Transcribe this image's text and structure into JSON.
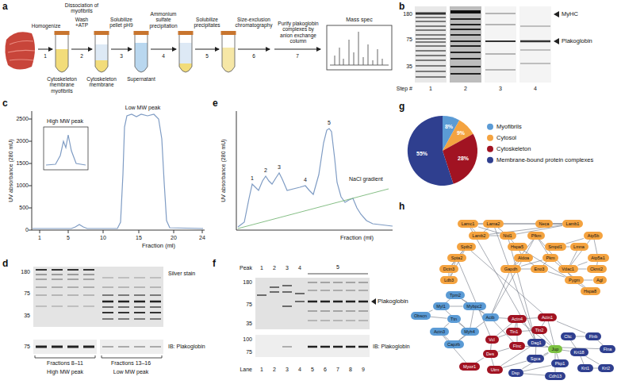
{
  "diagram": {
    "nodes": [
      {
        "text": [
          "Lamc1"
        ]
      },
      {
        "text": [
          "Lama2"
        ]
      },
      {
        "text": [
          "Neca"
        ]
      },
      {
        "text": [
          "Lamb1"
        ]
      },
      {
        "text": [
          "Lamb2"
        ]
      },
      {
        "text": [
          "Nid1"
        ]
      },
      {
        "text": [
          "Pfkm"
        ]
      },
      {
        "text": [
          "Atp5b"
        ]
      },
      {
        "text": [
          "Sptb2"
        ]
      },
      {
        "text": [
          "Hspa5"
        ]
      },
      {
        "text": [
          "Smpd1"
        ]
      },
      {
        "text": [
          "Lmna"
        ]
      },
      {
        "text": [
          "Spta2"
        ]
      },
      {
        "text": [
          "Aldoa"
        ]
      },
      {
        "text": [
          "Pkm"
        ]
      },
      {
        "text": [
          "Atp5a1"
        ]
      },
      {
        "text": [
          "Dctn3"
        ]
      },
      {
        "text": [
          "Gapdh"
        ]
      },
      {
        "text": [
          "Eno3"
        ]
      },
      {
        "text": [
          "Vdac1"
        ]
      },
      {
        "text": [
          "Ckmt2"
        ]
      },
      {
        "text": [
          "Ldb3"
        ]
      },
      {
        "text": [
          "Pygm"
        ]
      },
      {
        "text": [
          "Agl"
        ]
      },
      {
        "text": [
          "Hspa8"
        ]
      },
      {
        "text": [
          "Tpm2"
        ]
      },
      {
        "text": [
          "Myl1"
        ]
      },
      {
        "text": [
          "Mybpc2"
        ]
      },
      {
        "text": [
          "Obscn"
        ]
      },
      {
        "text": [
          "Actb"
        ]
      },
      {
        "text": [
          "Ttn"
        ]
      },
      {
        "text": [
          "Actn1"
        ]
      },
      {
        "text": [
          "Actn4"
        ]
      },
      {
        "text": [
          "Tln2"
        ]
      },
      {
        "text": [
          "Tln1"
        ]
      },
      {
        "text": [
          "Actn3"
        ]
      },
      {
        "text": [
          "Myh4"
        ]
      },
      {
        "text": [
          "Cltc"
        ]
      },
      {
        "text": [
          "Flnb"
        ]
      },
      {
        "text": [
          "Vcl"
        ]
      },
      {
        "text": [
          "Dag1"
        ]
      },
      {
        "text": [
          "Capzb"
        ]
      },
      {
        "text": [
          "Flnc"
        ]
      },
      {
        "text": [
          "Jup"
        ]
      },
      {
        "text": [
          "Krt18"
        ]
      },
      {
        "text": [
          "Flna"
        ]
      },
      {
        "text": [
          "Des"
        ]
      },
      {
        "text": [
          "Sgca"
        ]
      },
      {
        "text": [
          "Pkp1"
        ]
      },
      {
        "text": [
          "Myoz1"
        ]
      },
      {
        "text": [
          "Krt1"
        ]
      },
      {
        "text": [
          "Krt2"
        ]
      },
      {
        "text": [
          "Utrn"
        ]
      },
      {
        "text": [
          "Dsp"
        ]
      },
      {
        "text": [
          "Cdh13"
        ]
      }
    ],
    "edges": [
      {
        "from": 0,
        "to": 1,
        "arrow": "none"
      },
      {
        "from": 0,
        "to": 4,
        "arrow": "none"
      },
      {
        "from": 1,
        "to": 4,
        "arrow": "none"
      },
      {
        "from": 0,
        "to": 3,
        "arrow": "none"
      },
      {
        "from": 1,
        "to": 3,
        "arrow": "none"
      },
      {
        "from": 3,
        "to": 4,
        "arrow": "none"
      },
      {
        "from": 4,
        "to": 5,
        "arrow": "none"
      },
      {
        "from": 0,
        "to": 5,
        "arrow": "none"
      },
      {
        "from": 1,
        "to": 5,
        "arrow": "none"
      },
      {
        "from": 3,
        "to": 5,
        "arrow": "none"
      },
      {
        "from": 5,
        "to": 9,
        "arrow": "none"
      },
      {
        "from": 2,
        "to": 3,
        "arrow": "none"
      },
      {
        "from": 8,
        "to": 12,
        "arrow": "none"
      },
      {
        "from": 8,
        "to": 16,
        "arrow": "none"
      },
      {
        "from": 12,
        "to": 16,
        "arrow": "none"
      },
      {
        "from": 16,
        "to": 21,
        "arrow": "none"
      },
      {
        "from": 8,
        "to": 21,
        "arrow": "none"
      },
      {
        "from": 12,
        "to": 21,
        "arrow": "none"
      },
      {
        "from": 6,
        "to": 13,
        "arrow": "none"
      },
      {
        "from": 13,
        "to": 17,
        "arrow": "none"
      },
      {
        "from": 17,
        "to": 18,
        "arrow": "none"
      },
      {
        "from": 14,
        "to": 18,
        "arrow": "none"
      },
      {
        "from": 6,
        "to": 14,
        "arrow": "none"
      },
      {
        "from": 13,
        "to": 18,
        "arrow": "none"
      },
      {
        "from": 17,
        "to": 14,
        "arrow": "none"
      },
      {
        "from": 6,
        "to": 17,
        "arrow": "none"
      },
      {
        "from": 22,
        "to": 23,
        "arrow": "none"
      },
      {
        "from": 22,
        "to": 6,
        "arrow": "none"
      },
      {
        "from": 18,
        "to": 22,
        "arrow": "none"
      },
      {
        "from": 9,
        "to": 13,
        "arrow": "none"
      },
      {
        "from": 24,
        "to": 9,
        "arrow": "none"
      },
      {
        "from": 24,
        "to": 14,
        "arrow": "none"
      },
      {
        "from": 7,
        "to": 15,
        "arrow": "none"
      },
      {
        "from": 15,
        "to": 19,
        "arrow": "none"
      },
      {
        "from": 7,
        "to": 19,
        "arrow": "none"
      },
      {
        "from": 20,
        "to": 19,
        "arrow": "none"
      },
      {
        "from": 20,
        "to": 15,
        "arrow": "none"
      },
      {
        "from": 10,
        "to": 11,
        "arrow": "none"
      },
      {
        "from": 11,
        "to": 19,
        "arrow": "none"
      },
      {
        "from": 10,
        "to": 7,
        "arrow": "none"
      },
      {
        "from": 17,
        "to": 29,
        "arrow": "none"
      },
      {
        "from": 13,
        "to": 29,
        "arrow": "none"
      },
      {
        "from": 0,
        "to": 40,
        "arrow": "none"
      },
      {
        "from": 5,
        "to": 40,
        "arrow": "none"
      },
      {
        "from": 1,
        "to": 40,
        "arrow": "none"
      },
      {
        "from": 12,
        "to": 39,
        "arrow": "none"
      },
      {
        "from": 8,
        "to": 31,
        "arrow": "none"
      },
      {
        "from": 25,
        "to": 26,
        "arrow": "none"
      },
      {
        "from": 25,
        "to": 27,
        "arrow": "none"
      },
      {
        "from": 26,
        "to": 27,
        "arrow": "none"
      },
      {
        "from": 26,
        "to": 28,
        "arrow": "none"
      },
      {
        "from": 28,
        "to": 30,
        "arrow": "none"
      },
      {
        "from": 30,
        "to": 35,
        "arrow": "none"
      },
      {
        "from": 27,
        "to": 36,
        "arrow": "none"
      },
      {
        "from": 26,
        "to": 36,
        "arrow": "none"
      },
      {
        "from": 29,
        "to": 27,
        "arrow": "none"
      },
      {
        "from": 29,
        "to": 32,
        "arrow": "none"
      },
      {
        "from": 30,
        "to": 36,
        "arrow": "none"
      },
      {
        "from": 35,
        "to": 41,
        "arrow": "none"
      },
      {
        "from": 36,
        "to": 41,
        "arrow": "none"
      },
      {
        "from": 29,
        "to": 41,
        "arrow": "none"
      },
      {
        "from": 25,
        "to": 29,
        "arrow": "none"
      },
      {
        "from": 31,
        "to": 32,
        "arrow": "none"
      },
      {
        "from": 32,
        "to": 34,
        "arrow": "none"
      },
      {
        "from": 34,
        "to": 33,
        "arrow": "none"
      },
      {
        "from": 31,
        "to": 33,
        "arrow": "none"
      },
      {
        "from": 39,
        "to": 34,
        "arrow": "none"
      },
      {
        "from": 39,
        "to": 32,
        "arrow": "none"
      },
      {
        "from": 42,
        "to": 46,
        "arrow": "none"
      },
      {
        "from": 39,
        "to": 46,
        "arrow": "none"
      },
      {
        "from": 32,
        "to": 42,
        "arrow": "none"
      },
      {
        "from": 46,
        "to": 52,
        "arrow": "none"
      },
      {
        "from": 49,
        "to": 46,
        "arrow": "none"
      },
      {
        "from": 49,
        "to": 35,
        "arrow": "none"
      },
      {
        "from": 52,
        "to": 40,
        "arrow": "none"
      },
      {
        "from": 42,
        "to": 29,
        "arrow": "none"
      },
      {
        "from": 43,
        "to": 53,
        "arrow": "none"
      },
      {
        "from": 43,
        "to": 48,
        "arrow": "none"
      },
      {
        "from": 43,
        "to": 54,
        "arrow": "none"
      },
      {
        "from": 43,
        "to": 40,
        "arrow": "none"
      },
      {
        "from": 43,
        "to": 47,
        "arrow": "none"
      },
      {
        "from": 43,
        "to": 44,
        "arrow": "none"
      },
      {
        "from": 43,
        "to": 32,
        "arrow": "none"
      },
      {
        "from": 43,
        "to": 31,
        "arrow": "none"
      },
      {
        "from": 53,
        "to": 48,
        "arrow": "none"
      },
      {
        "from": 53,
        "to": 54,
        "arrow": "none"
      },
      {
        "from": 44,
        "to": 50,
        "arrow": "none"
      },
      {
        "from": 44,
        "to": 51,
        "arrow": "none"
      },
      {
        "from": 50,
        "to": 51,
        "arrow": "none"
      },
      {
        "from": 37,
        "to": 44,
        "arrow": "none"
      },
      {
        "from": 38,
        "to": 45,
        "arrow": "none"
      },
      {
        "from": 38,
        "to": 37,
        "arrow": "none"
      },
      {
        "from": 45,
        "to": 42,
        "arrow": "none"
      },
      {
        "from": 47,
        "to": 40,
        "arrow": "none"
      },
      {
        "from": 52,
        "to": 47,
        "arrow": "none"
      },
      {
        "from": 31,
        "to": 38,
        "arrow": "none"
      },
      {
        "from": 43,
        "to": 33,
        "arrow": "none"
      }
    ],
    "labels": [
      "a",
      "b",
      "c",
      "d",
      "e",
      "f",
      "g",
      "h",
      "Homogenize",
      "1",
      "Dissociation of myofibrils",
      "Wash +ATP",
      "2",
      "Solubilize pellet pH9",
      "3",
      "Ammonium sulfate precipitation",
      "4",
      "Solubilize precipitates",
      "5",
      "Size-exclusion chromatography",
      "6",
      "Purify plakoglobin complexes by anion exchange column",
      "7",
      "Cytoskeleton membrane myofibrils",
      "Cytoskeleton membrane",
      "Supernatant",
      "Mass spec",
      "180",
      "75",
      "35",
      "MyHC",
      "Plakoglobin",
      "Step #",
      "1",
      "2",
      "3",
      "4",
      "UV absorbance (280 mU)",
      "2500",
      "2000",
      "1500",
      "1000",
      "500",
      "0",
      "1",
      "5",
      "10",
      "15",
      "20",
      "24",
      "Fraction (ml)",
      "High MW peak",
      "Low MW peak",
      "180",
      "75",
      "35",
      "Silver stain",
      "75",
      "IB: Plakoglobin",
      "Fractions 8–11",
      "Fractions 13–16",
      "High MW peak",
      "Low MW peak",
      "UV absorbance (280 mU)",
      "1",
      "2",
      "3",
      "4",
      "5",
      "NaCl gradient",
      "Fraction (ml)",
      "Peak",
      "1",
      "2",
      "3",
      "4",
      "5",
      "180",
      "75",
      "35",
      "Plakoglobin",
      "IB: Plakoglobin",
      "100",
      "75",
      "Lane",
      "1",
      "2",
      "3",
      "4",
      "5",
      "6",
      "7",
      "8",
      "9",
      "8%",
      "9%",
      "28%",
      "55%"
    ],
    "legend": [
      {
        "text": "Myofibrils",
        "color": "#5b9bd5"
      },
      {
        "text": "Cytosol",
        "color": "#f4a340"
      },
      {
        "text": "Cytoskeleton",
        "color": "#a11322"
      },
      {
        "text": "Membrane-bound protein complexes",
        "color": "#2f3f8f"
      }
    ]
  }
}
